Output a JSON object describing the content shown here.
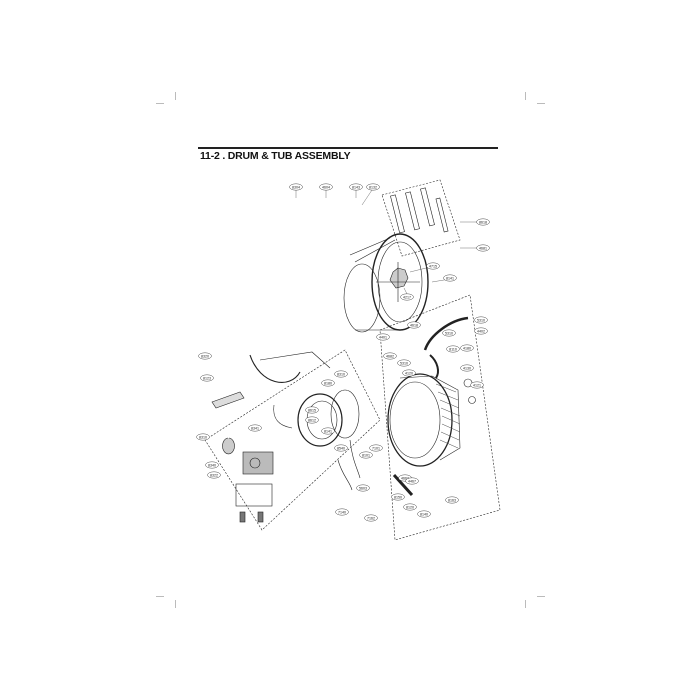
{
  "section": {
    "title": "11-2 .  DRUM & TUB ASSEMBLY"
  },
  "part_labels": [
    "8304",
    "4604",
    "8143",
    "8132",
    "8618",
    "4681",
    "4715",
    "8141",
    "4217",
    "5310",
    "4618",
    "5310",
    "4402",
    "4401",
    "8110",
    "4682",
    "5310",
    "4120",
    "4180",
    "4130",
    "8320",
    "8123",
    "8310",
    "8180",
    "8615",
    "8612",
    "8141",
    "4121",
    "8310",
    "8340",
    "8341",
    "8322",
    "8540",
    "8101",
    "7140",
    "7101",
    "7162",
    "5603",
    "4663",
    "8150",
    "8120",
    "8140",
    "4467",
    "8163"
  ],
  "icons": {
    "spring": "spring-icon",
    "hose": "hose-icon",
    "drum": "drum-icon",
    "tub": "tub-icon",
    "gasket": "gasket-icon",
    "pump": "pump-icon",
    "heater": "heater-icon"
  }
}
